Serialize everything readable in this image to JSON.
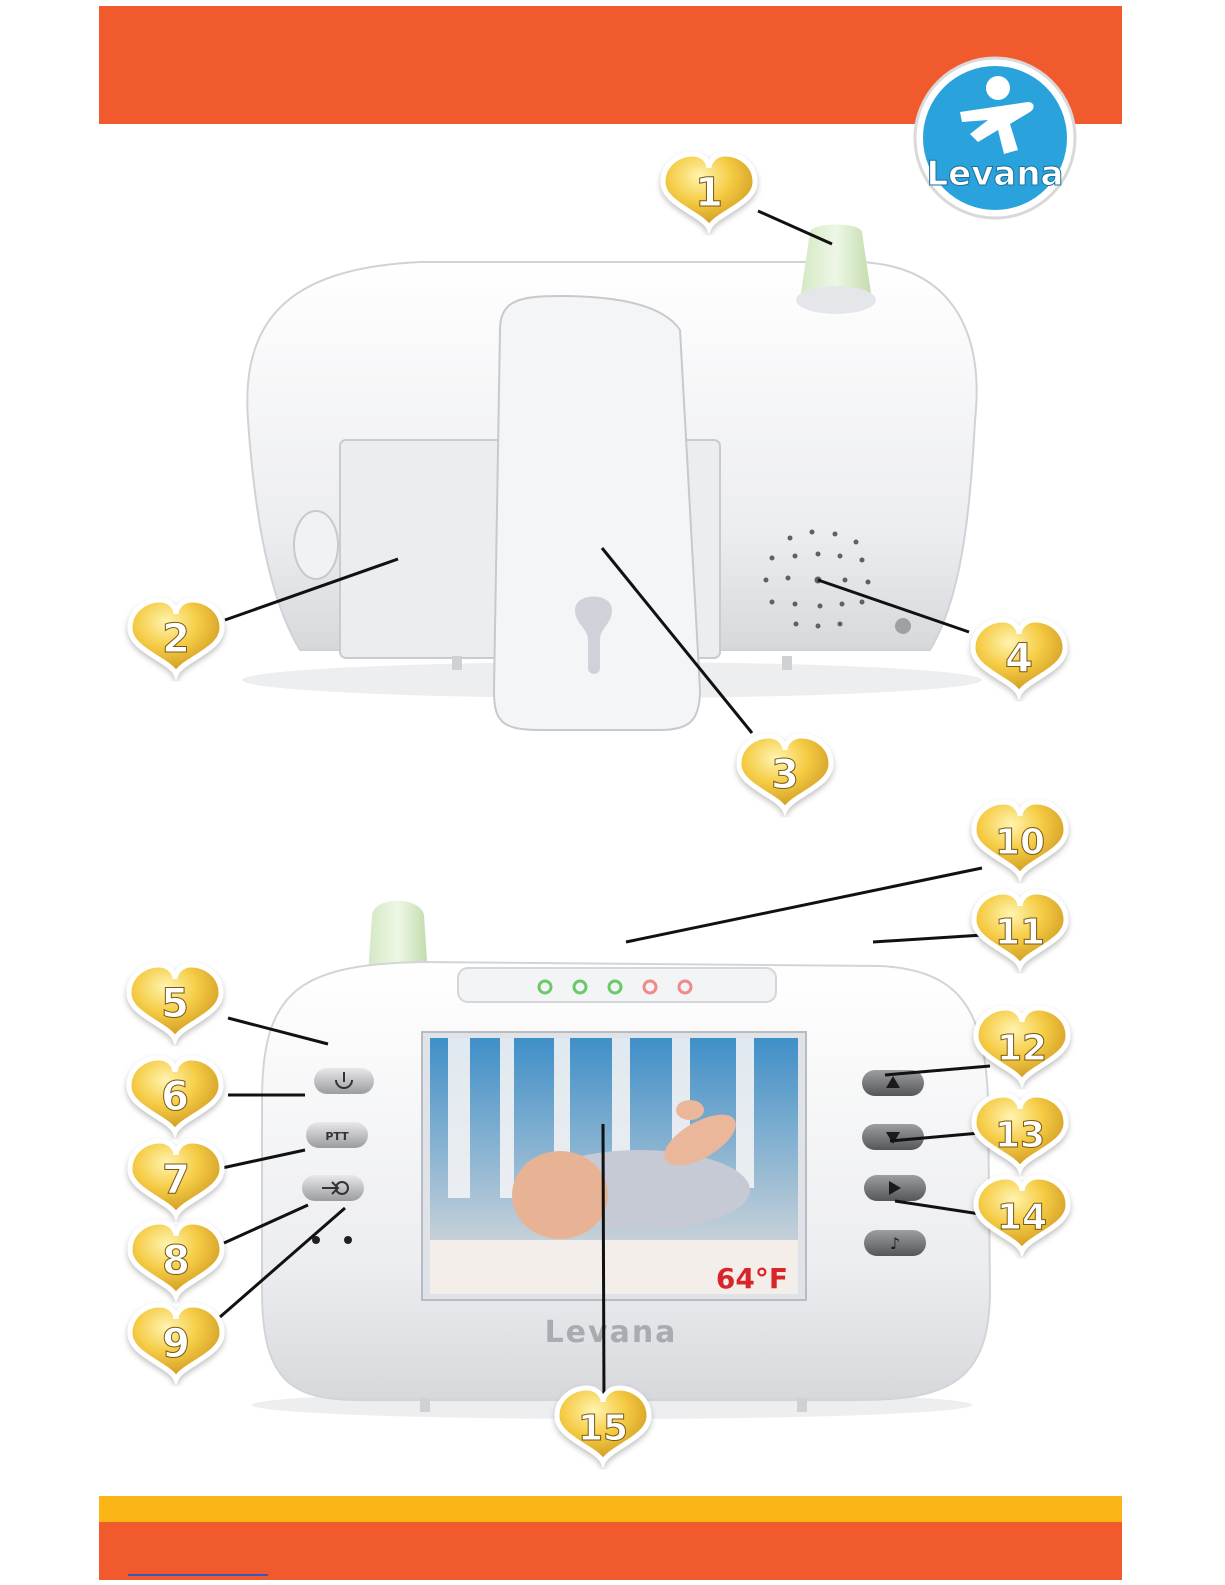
{
  "brand": {
    "logo_text": "Levana",
    "device_brand": "Levana"
  },
  "colors": {
    "header": "#f05a2c",
    "footer_accent": "#fbb517",
    "callout_gold": "#f3c33a",
    "logo_blue": "#2aa3dc"
  },
  "display": {
    "temperature": "64°F"
  },
  "buttons": {
    "ptt": "PTT"
  },
  "callouts": [
    "1",
    "2",
    "3",
    "4",
    "5",
    "6",
    "7",
    "8",
    "9",
    "10",
    "11",
    "12",
    "13",
    "14",
    "15"
  ]
}
